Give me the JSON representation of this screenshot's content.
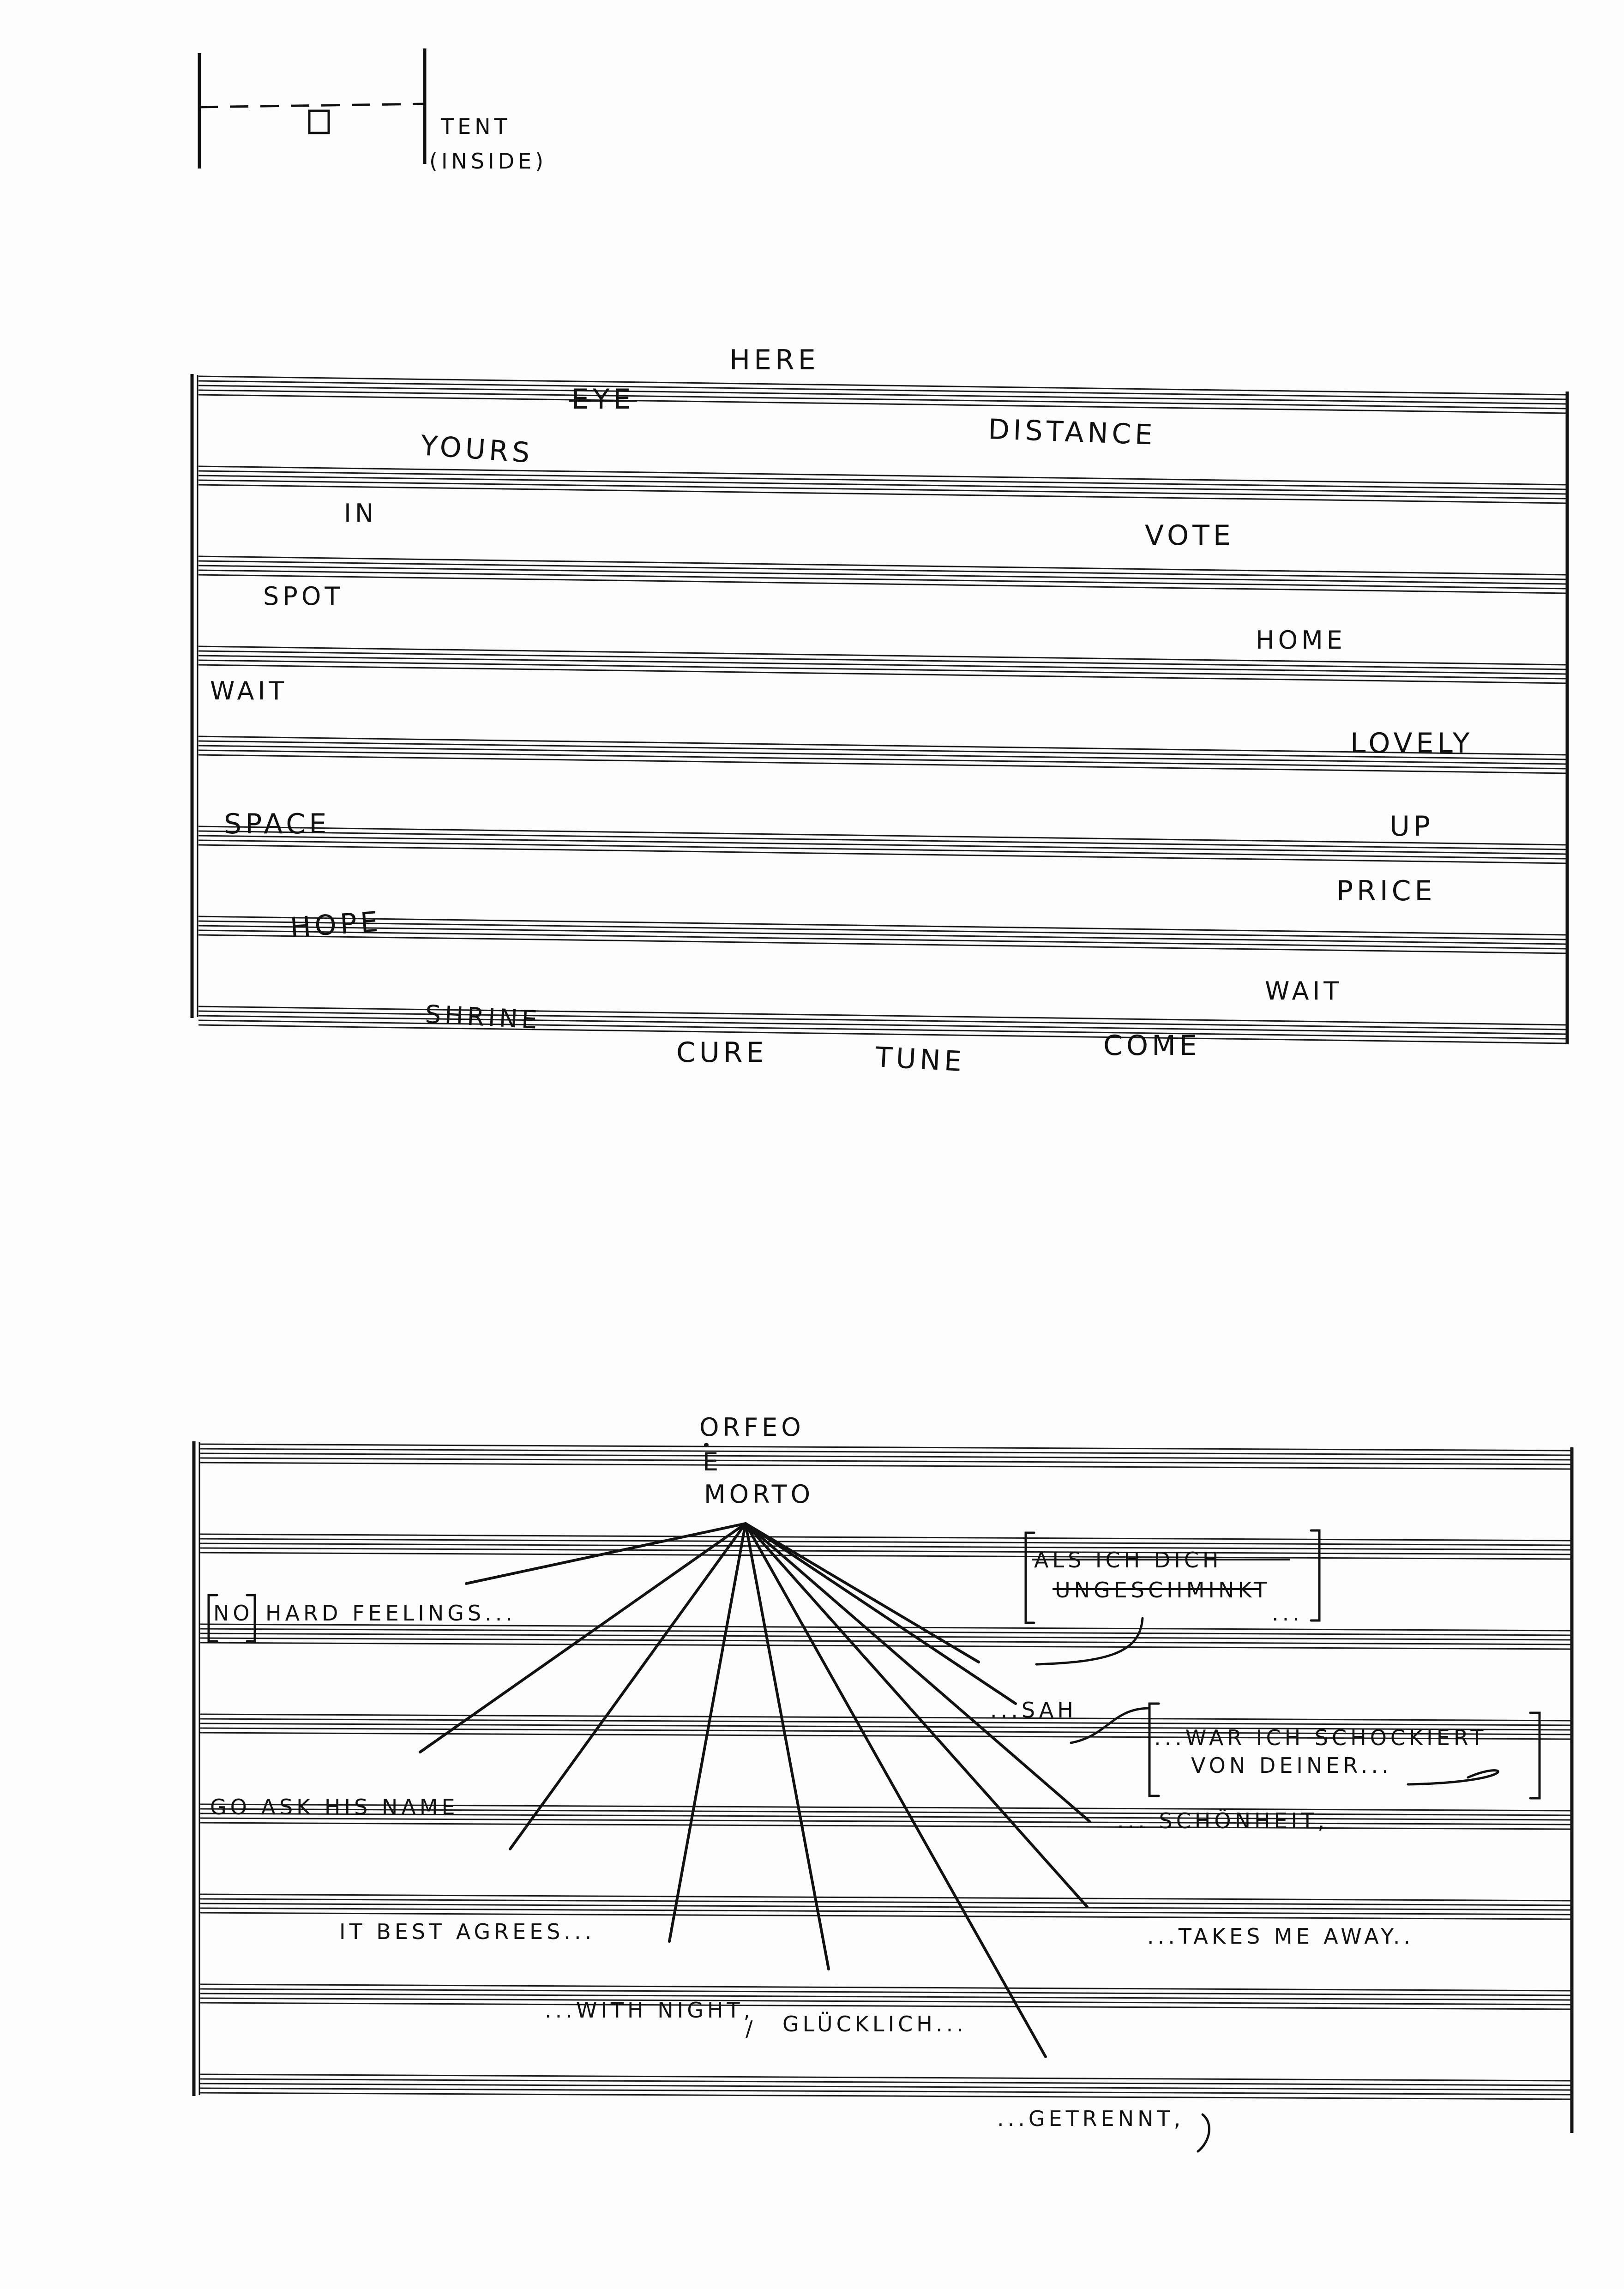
{
  "legend": {
    "tent_label": "TENT",
    "tent_sub": "(INSIDE)"
  },
  "system1": {
    "words": [
      "HERE",
      "EYE",
      "YOURS",
      "DISTANCE",
      "IN",
      "VOTE",
      "SPOT",
      "HOME",
      "WAIT",
      "LOVELY",
      "SPACE",
      "UP",
      "PRICE",
      "HOPE",
      "WAIT",
      "SHRINE",
      "CURE",
      "TUNE",
      "COME"
    ]
  },
  "system2": {
    "title": [
      "ORFEO",
      "E",
      "MORTO"
    ],
    "phrases": {
      "no": "NO",
      "hard_feelings": "HARD FEELINGS...",
      "go_ask": "GO ASK HIS NAME",
      "it_best": "IT BEST AGREES...",
      "with_night": "...WITH NIGHT,",
      "slash": "/",
      "glucklich": "GLÜCKLICH...",
      "getrennt": "...GETRENNT,",
      "takes_me": "...TAKES ME AWAY..",
      "schonheit": "... SCHÖNHEIT,",
      "sah": "...SAH",
      "als_ich": "ALS ICH DICH",
      "ungeschminkt": "UNGESCHMINKT",
      "ungeschminkt_tail": "...",
      "war_ich": "...WAR ICH SCHOCKIERT",
      "von_deiner": "VON DEINER..."
    }
  }
}
